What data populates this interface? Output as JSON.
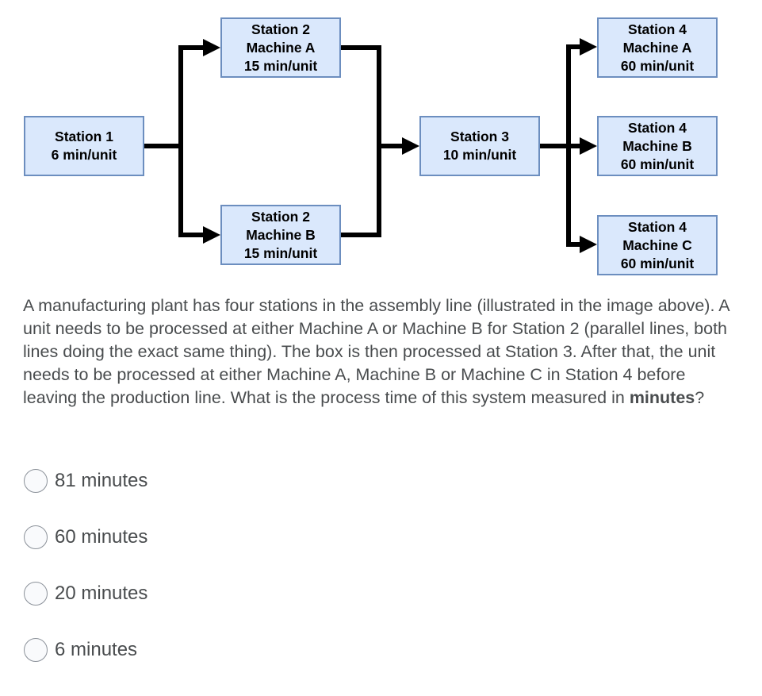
{
  "diagram": {
    "boxes": [
      {
        "name": "station-1",
        "lines": [
          "Station 1",
          "6 min/unit"
        ]
      },
      {
        "name": "station-2-machine-a",
        "lines": [
          "Station 2",
          "Machine A",
          "15 min/unit"
        ]
      },
      {
        "name": "station-2-machine-b",
        "lines": [
          "Station 2",
          "Machine B",
          "15 min/unit"
        ]
      },
      {
        "name": "station-3",
        "lines": [
          "Station 3",
          "10 min/unit"
        ]
      },
      {
        "name": "station-4-machine-a",
        "lines": [
          "Station 4",
          "Machine A",
          "60 min/unit"
        ]
      },
      {
        "name": "station-4-machine-b",
        "lines": [
          "Station 4",
          "Machine B",
          "60 min/unit"
        ]
      },
      {
        "name": "station-4-machine-c",
        "lines": [
          "Station 4",
          "Machine C",
          "60 min/unit"
        ]
      }
    ],
    "colors": {
      "box_fill": "#dae8fc",
      "box_border": "#6c8ebf",
      "box_text": "#000000",
      "connector": "#000000"
    }
  },
  "question": {
    "text_before_bold": "A manufacturing plant has four stations in the assembly line (illustrated in the image above). A unit needs to be processed at either Machine A or Machine B for Station 2 (parallel lines, both lines doing the exact same thing). The box is then processed at Station 3. After that, the unit needs to be processed at either Machine A, Machine B or Machine C in Station 4 before leaving the production line. What is the process time of this system measured in ",
    "bold_word": "minutes",
    "suffix": "?",
    "text_color": "#494c4e"
  },
  "options": [
    {
      "label": "81 minutes",
      "selected": false
    },
    {
      "label": "60 minutes",
      "selected": false
    },
    {
      "label": "20 minutes",
      "selected": false
    },
    {
      "label": "6 minutes",
      "selected": false
    }
  ]
}
